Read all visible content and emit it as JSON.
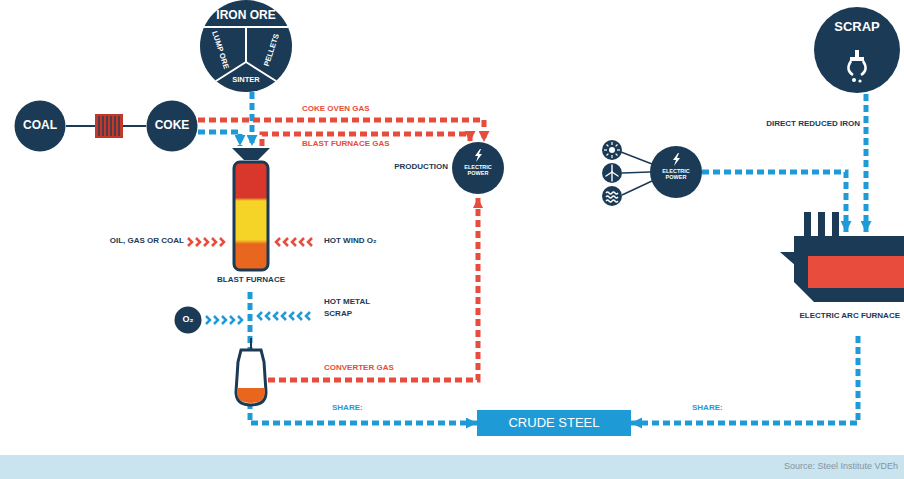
{
  "diagram": {
    "nodes": [
      {
        "text": [
          "COAL"
        ]
      },
      {
        "text": [
          "COKE"
        ]
      },
      {
        "text": [
          "IRON ORE",
          "LUMP ORE",
          "SINTER",
          "PELLETS"
        ]
      },
      {
        "text": [
          "BLAST FURNACE"
        ]
      },
      {
        "text": [
          "PRODUCTION",
          "ELECTRIC POWER"
        ]
      },
      {
        "text": [
          "O₂"
        ]
      },
      {
        "text": [
          "CRUDE STEEL"
        ]
      },
      {
        "text": [
          "SCRAP"
        ]
      },
      {
        "text": [
          "ELECTRIC POWER"
        ]
      },
      {
        "text": [
          "ELECTRIC ARC FURNACE"
        ]
      }
    ],
    "edges": [
      {
        "from": 0,
        "to": 1,
        "arrow": "none"
      },
      {
        "from": 1,
        "to": 3,
        "arrow": "to"
      },
      {
        "from": 2,
        "to": 3,
        "arrow": "to"
      },
      {
        "from": 1,
        "to": 4,
        "label": "COKE OVEN GAS",
        "arrow": "to"
      },
      {
        "from": 3,
        "to": 4,
        "label": "BLAST FURNACE GAS",
        "arrow": "to"
      },
      {
        "from": 3,
        "to": 6,
        "label": "SHARE:",
        "arrow": "to"
      },
      {
        "from": 7,
        "to": 9,
        "label": "DIRECT REDUCED IRON",
        "arrow": "to"
      },
      {
        "from": 8,
        "to": 9,
        "arrow": "to"
      },
      {
        "from": 9,
        "to": 6,
        "label": "SHARE:",
        "arrow": "to"
      }
    ],
    "labels": [
      "OIL, GAS OR COAL",
      "HOT WIND O₂",
      "HOT METAL",
      "SCRAP",
      "CONVERTER GAS",
      "Source: Steel Institute VDEh"
    ]
  }
}
